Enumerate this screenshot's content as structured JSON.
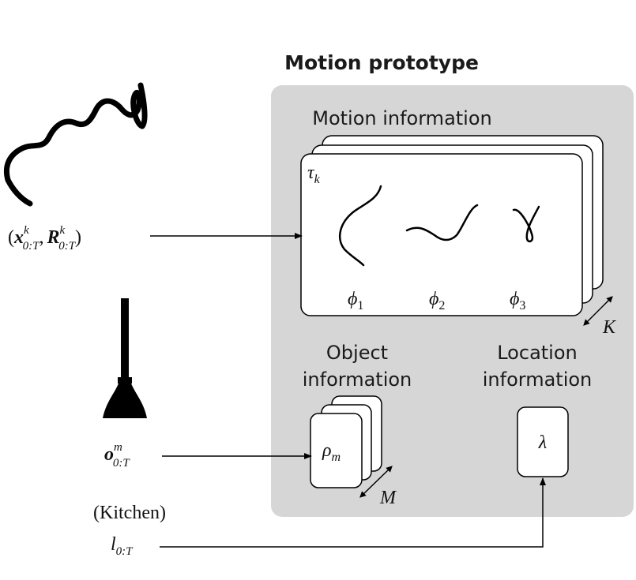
{
  "title": "Motion prototype",
  "panel": {
    "motion_section": {
      "heading": "Motion information",
      "prototype_symbol": "τ",
      "prototype_sub": "k",
      "phi_symbol": "ϕ",
      "phi_subs": [
        "1",
        "2",
        "3"
      ],
      "stack_count_label": "K"
    },
    "object_section": {
      "heading_line1": "Object",
      "heading_line2": "information",
      "symbol": "ρ",
      "symbol_sub": "m",
      "stack_count_label": "M"
    },
    "location_section": {
      "heading_line1": "Location",
      "heading_line2": "information",
      "symbol": "λ"
    }
  },
  "inputs": {
    "trajectory": {
      "open_paren": "(",
      "x_symbol": "x",
      "x_sup": "k",
      "x_sub": "0:T",
      "comma": ",",
      "r_symbol": "R",
      "r_sup": "k",
      "r_sub": "0:T",
      "close_paren": ")"
    },
    "object": {
      "symbol": "o",
      "sup": "m",
      "sub": "0:T"
    },
    "location": {
      "place_name": "(Kitchen)",
      "symbol": "l",
      "sub": "0:T"
    }
  },
  "colors": {
    "panel_fill": "#d6d6d6",
    "card_fill": "#ffffff",
    "stroke": "#000000"
  },
  "icons": [
    "trajectory-curve-icon",
    "broom-icon"
  ]
}
